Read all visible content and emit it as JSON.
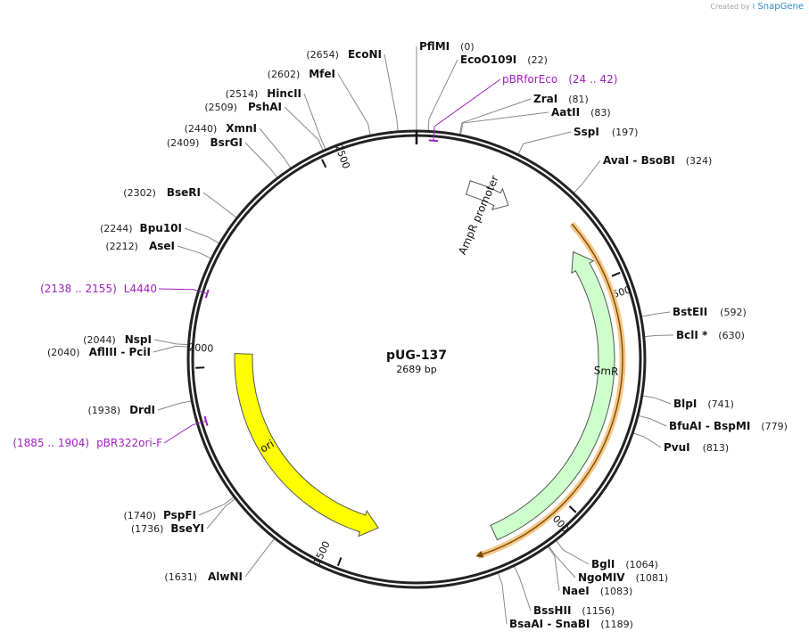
{
  "credit": {
    "prefix": "Created by",
    "brand": "SnapGene"
  },
  "plasmid": {
    "name": "pUG-137",
    "length_text": "2689 bp",
    "length": 2689
  },
  "ticks": [
    {
      "pos": 500,
      "label": "500"
    },
    {
      "pos": 1000,
      "label": "1000"
    },
    {
      "pos": 1500,
      "label": "1500"
    },
    {
      "pos": 2000,
      "label": "2000"
    },
    {
      "pos": 2500,
      "label": "2500"
    }
  ],
  "sites": [
    {
      "pos": 0,
      "name": "PflMI",
      "pos_text": "(0)"
    },
    {
      "pos": 22,
      "name": "EcoO109I",
      "pos_text": "(22)"
    },
    {
      "pos": 81,
      "name": "ZraI",
      "pos_text": "(81)"
    },
    {
      "pos": 83,
      "name": "AatII",
      "pos_text": "(83)"
    },
    {
      "pos": 197,
      "name": "SspI",
      "pos_text": "(197)"
    },
    {
      "pos": 324,
      "name": "AvaI  -  BsoBI",
      "pos_text": "(324)"
    },
    {
      "pos": 592,
      "name": "BstEII",
      "pos_text": "(592)"
    },
    {
      "pos": 630,
      "name": "BclI *",
      "pos_text": "(630)"
    },
    {
      "pos": 741,
      "name": "BlpI",
      "pos_text": "(741)"
    },
    {
      "pos": 779,
      "name": "BfuAI  -  BspMI",
      "pos_text": "(779)"
    },
    {
      "pos": 813,
      "name": "PvuI",
      "pos_text": "(813)"
    },
    {
      "pos": 1064,
      "name": "BglI",
      "pos_text": "(1064)"
    },
    {
      "pos": 1081,
      "name": "NgoMIV",
      "pos_text": "(1081)"
    },
    {
      "pos": 1083,
      "name": "NaeI",
      "pos_text": "(1083)"
    },
    {
      "pos": 1156,
      "name": "BssHII",
      "pos_text": "(1156)"
    },
    {
      "pos": 1189,
      "name": "BsaAI  -  SnaBI",
      "pos_text": "(1189)"
    },
    {
      "pos": 1631,
      "name": "AlwNI",
      "pos_text": "(1631)"
    },
    {
      "pos": 1736,
      "name": "BseYI",
      "pos_text": "(1736)"
    },
    {
      "pos": 1740,
      "name": "PspFI",
      "pos_text": "(1740)"
    },
    {
      "pos": 1938,
      "name": "DrdI",
      "pos_text": "(1938)"
    },
    {
      "pos": 2040,
      "name": "AflIII  -  PciI",
      "pos_text": "(2040)"
    },
    {
      "pos": 2044,
      "name": "NspI",
      "pos_text": "(2044)"
    },
    {
      "pos": 2212,
      "name": "AseI",
      "pos_text": "(2212)"
    },
    {
      "pos": 2244,
      "name": "Bpu10I",
      "pos_text": "(2244)"
    },
    {
      "pos": 2302,
      "name": "BseRI",
      "pos_text": "(2302)"
    },
    {
      "pos": 2409,
      "name": "BsrGI",
      "pos_text": "(2409)"
    },
    {
      "pos": 2440,
      "name": "XmnI",
      "pos_text": "(2440)"
    },
    {
      "pos": 2509,
      "name": "PshAI",
      "pos_text": "(2509)"
    },
    {
      "pos": 2514,
      "name": "HincII",
      "pos_text": "(2514)"
    },
    {
      "pos": 2602,
      "name": "MfeI",
      "pos_text": "(2602)"
    },
    {
      "pos": 2654,
      "name": "EcoNI",
      "pos_text": "(2654)"
    }
  ],
  "primers": [
    {
      "name": "pBRforEco",
      "range_text": "(24 .. 42)",
      "start": 24,
      "end": 42
    },
    {
      "name": "L4440",
      "range_text": "(2138 .. 2155)",
      "start": 2138,
      "end": 2155
    },
    {
      "name": "pBR322ori-F",
      "range_text": "(1885 .. 1904)",
      "start": 1885,
      "end": 1904
    }
  ],
  "features": [
    {
      "name": "AmpR promoter",
      "start": 125,
      "end": 230,
      "color": "#ffffff"
    },
    {
      "name": "SmR",
      "start": 415,
      "end": 1165,
      "color": "#ccffcc"
    },
    {
      "name": "ori",
      "start": 1440,
      "end": 2030,
      "color": "#ffff00"
    }
  ],
  "colors": {
    "primer": "#a020c0",
    "orf_outer": "#f5c88a",
    "orf_inner": "#7a4a00"
  }
}
